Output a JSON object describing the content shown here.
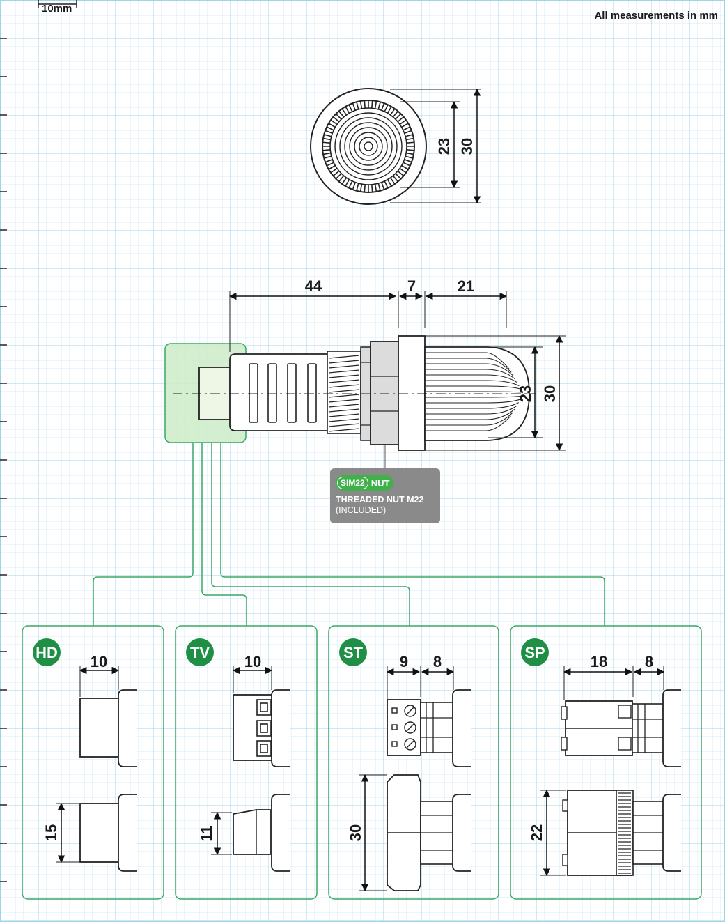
{
  "header": {
    "scale_label": "10mm",
    "units_note": "All measurements in mm"
  },
  "front_view": {
    "dims": [
      "23",
      "30"
    ]
  },
  "side_view": {
    "dims_top": [
      "44",
      "7",
      "21"
    ],
    "dims_right": [
      "23",
      "30"
    ]
  },
  "callout": {
    "badge_left": "SIM22",
    "badge_right": "NUT",
    "line1": "THREADED NUT M22",
    "line2": "(INCLUDED)"
  },
  "variants": [
    {
      "code": "HD",
      "dims": [
        "10",
        "15"
      ]
    },
    {
      "code": "TV",
      "dims": [
        "10",
        "11"
      ]
    },
    {
      "code": "ST",
      "dims": [
        "9",
        "8",
        "30"
      ]
    },
    {
      "code": "SP",
      "dims": [
        "18",
        "8",
        "22"
      ]
    }
  ],
  "colors": {
    "grid_minor": "#d6eef8",
    "grid_major": "#9fd3ec",
    "accent_green": "#1f8f45",
    "line_green": "#3aa866",
    "highlight_fill": "#cdebc8",
    "callout_grey": "#8a8a8a"
  }
}
